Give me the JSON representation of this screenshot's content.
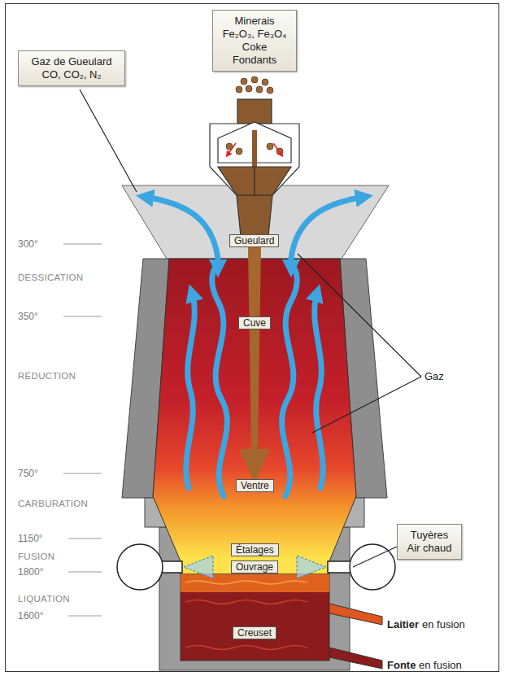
{
  "diagram": {
    "nodes": [
      {
        "text": [
          "Minerais Fe₂O₃, Fe₃O₄ Coke Fondants"
        ]
      },
      {
        "text": [
          "Gaz de Gueulard CO, CO₂, N₂"
        ]
      },
      {
        "text": [
          "Gueulard"
        ]
      },
      {
        "text": [
          "Cuve"
        ]
      },
      {
        "text": [
          "Ventre"
        ]
      },
      {
        "text": [
          "Étalages"
        ]
      },
      {
        "text": [
          "Ouvrage"
        ]
      },
      {
        "text": [
          "Creuset"
        ]
      },
      {
        "text": [
          "Tuyères Air chaud"
        ]
      }
    ],
    "labels": [
      "300°",
      "DESSICATION",
      "350°",
      "RÉDUCTION",
      "750°",
      "CARBURATION",
      "1150°",
      "FUSION",
      "1800°",
      "LIQUATION",
      "1600°",
      "Gaz",
      "Laitier",
      "en fusion",
      "Fonte",
      "en fusion"
    ]
  }
}
